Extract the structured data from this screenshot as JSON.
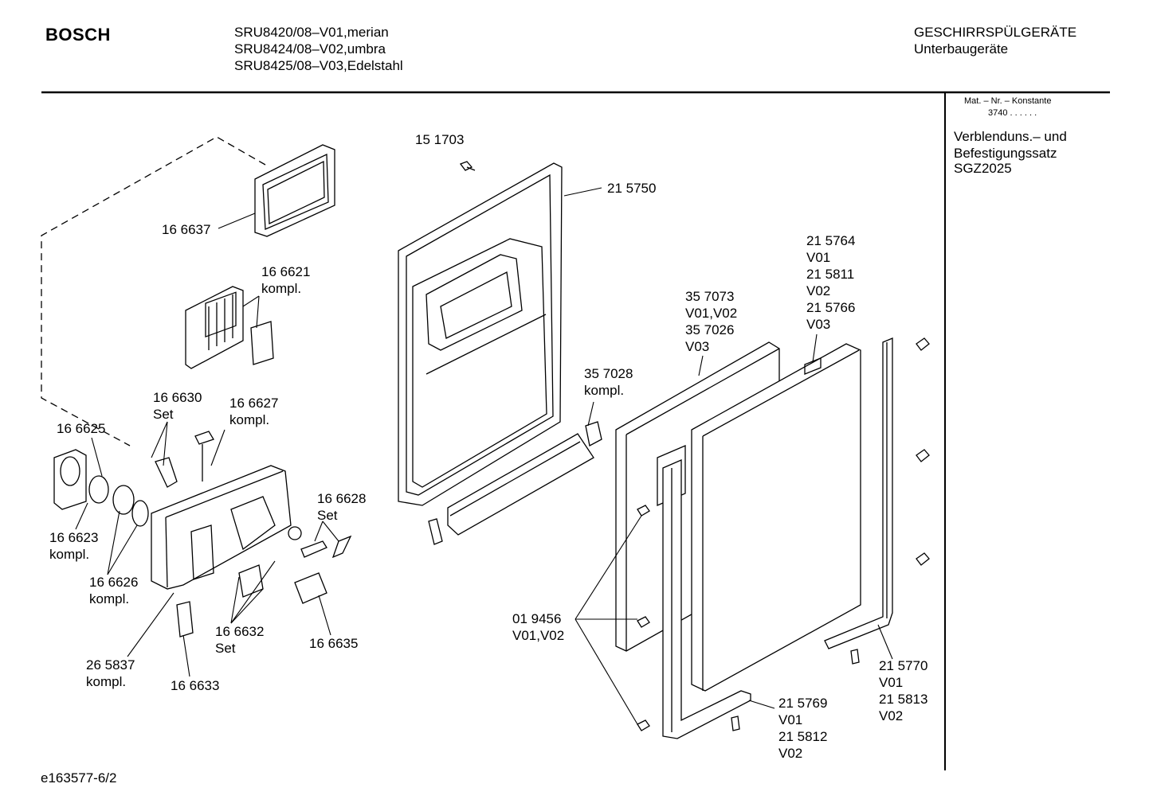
{
  "header": {
    "brand": "BOSCH",
    "models": [
      "SRU8420/08–V01,merian",
      "SRU8424/08–V02,umbra",
      "SRU8425/08–V03,Edelstahl"
    ],
    "category": "GESCHIRRSPÜLGERÄTE",
    "subcategory": "Unterbaugeräte"
  },
  "sidebar": {
    "mat_line1": "Mat. – Nr. – Konstante",
    "mat_line2": "3740 . . . . . .",
    "kit_lines": [
      "Verblenduns.– und",
      "Befestigungssatz",
      "SGZ2025"
    ]
  },
  "labels": [
    {
      "id": "151703",
      "lines": [
        "15 1703"
      ]
    },
    {
      "id": "215750",
      "lines": [
        "21 5750"
      ]
    },
    {
      "id": "166637",
      "lines": [
        "16 6637"
      ]
    },
    {
      "id": "166621",
      "lines": [
        "16 6621",
        "kompl."
      ]
    },
    {
      "id": "215764",
      "lines": [
        "21 5764",
        "V01",
        "21 5811",
        "V02",
        "21 5766",
        "V03"
      ]
    },
    {
      "id": "357073",
      "lines": [
        "35 7073",
        "V01,V02",
        "35 7026",
        "V03"
      ]
    },
    {
      "id": "357028",
      "lines": [
        "35 7028",
        "kompl."
      ]
    },
    {
      "id": "166630",
      "lines": [
        "16 6630",
        "Set"
      ]
    },
    {
      "id": "166627",
      "lines": [
        "16 6627",
        "kompl."
      ]
    },
    {
      "id": "166625",
      "lines": [
        "16 6625"
      ]
    },
    {
      "id": "166628",
      "lines": [
        "16 6628",
        "Set"
      ]
    },
    {
      "id": "166623",
      "lines": [
        "16 6623",
        "kompl."
      ]
    },
    {
      "id": "166626",
      "lines": [
        "16 6626",
        "kompl."
      ]
    },
    {
      "id": "019456",
      "lines": [
        "01 9456",
        "V01,V02"
      ]
    },
    {
      "id": "166632",
      "lines": [
        "16 6632",
        "Set"
      ]
    },
    {
      "id": "166635",
      "lines": [
        "16 6635"
      ]
    },
    {
      "id": "265837",
      "lines": [
        "26 5837",
        "kompl."
      ]
    },
    {
      "id": "166633",
      "lines": [
        "16 6633"
      ]
    },
    {
      "id": "215770",
      "lines": [
        "21 5770",
        "V01",
        "21 5813",
        "V02"
      ]
    },
    {
      "id": "215769",
      "lines": [
        "21 5769",
        "V01",
        "21 5812",
        "V02"
      ]
    }
  ],
  "footer": {
    "code": "e163577-6/2"
  }
}
